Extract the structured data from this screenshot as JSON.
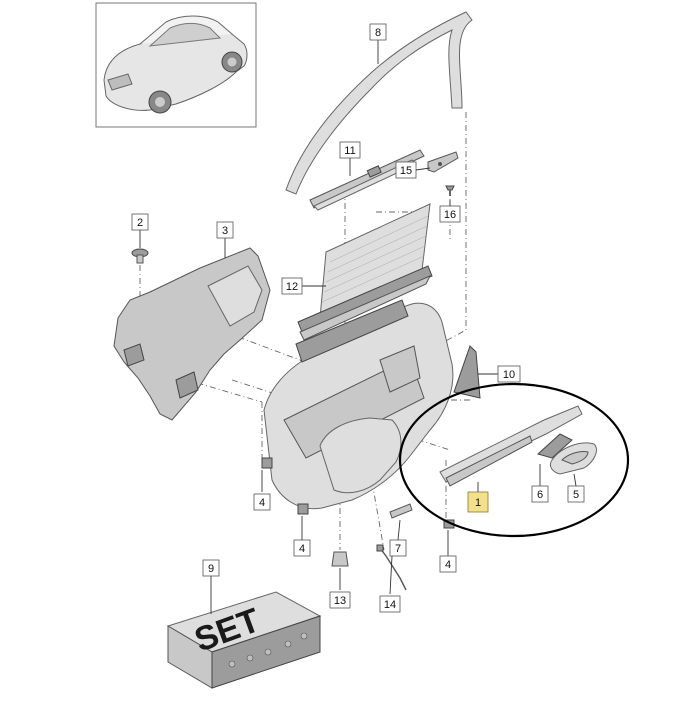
{
  "diagram": {
    "inset_label": "",
    "highlight_color": "#f3e08a",
    "circle_color": "#000000",
    "set_label": "SET",
    "callouts": {
      "c1": "1",
      "c2": "2",
      "c3": "3",
      "c4a": "4",
      "c4b": "4",
      "c4c": "4",
      "c5": "5",
      "c6": "6",
      "c7": "7",
      "c8": "8",
      "c9": "9",
      "c10": "10",
      "c11": "11",
      "c12": "12",
      "c13": "13",
      "c14": "14",
      "c15": "15",
      "c16": "16"
    }
  }
}
